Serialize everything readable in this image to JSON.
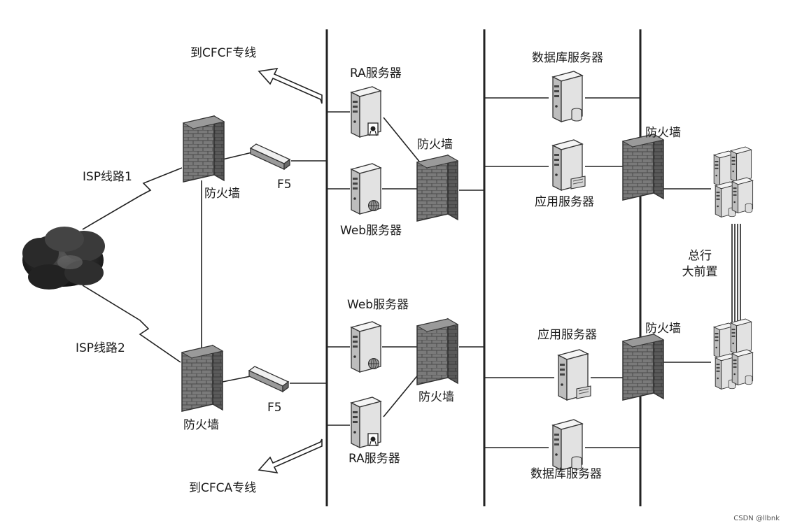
{
  "labels": {
    "cfcf_line": "到CFCF专线",
    "cfca_line": "到CFCA专线",
    "isp1": "ISP线路1",
    "isp2": "ISP线路2",
    "fw_edge_top": "防火墙",
    "fw_edge_bottom": "防火墙",
    "f5_top": "F5",
    "f5_bottom": "F5",
    "ra_server_top": "RA服务器",
    "web_server_top": "Web服务器",
    "fw_dmz_top": "防火墙",
    "web_server_bottom": "Web服务器",
    "fw_dmz_bottom": "防火墙",
    "ra_server_bottom": "RA服务器",
    "db_server_top": "数据库服务器",
    "app_server_top": "应用服务器",
    "app_server_bottom": "应用服务器",
    "db_server_bottom": "数据库服务器",
    "fw_core_top": "防火墙",
    "fw_core_bottom": "防火墙",
    "hq_front": "总行\n大前置"
  },
  "watermark": "CSDN @llbnk",
  "colors": {
    "line": "#222222",
    "firewall": "#6e6e6e",
    "server": "#e4e4e4"
  }
}
